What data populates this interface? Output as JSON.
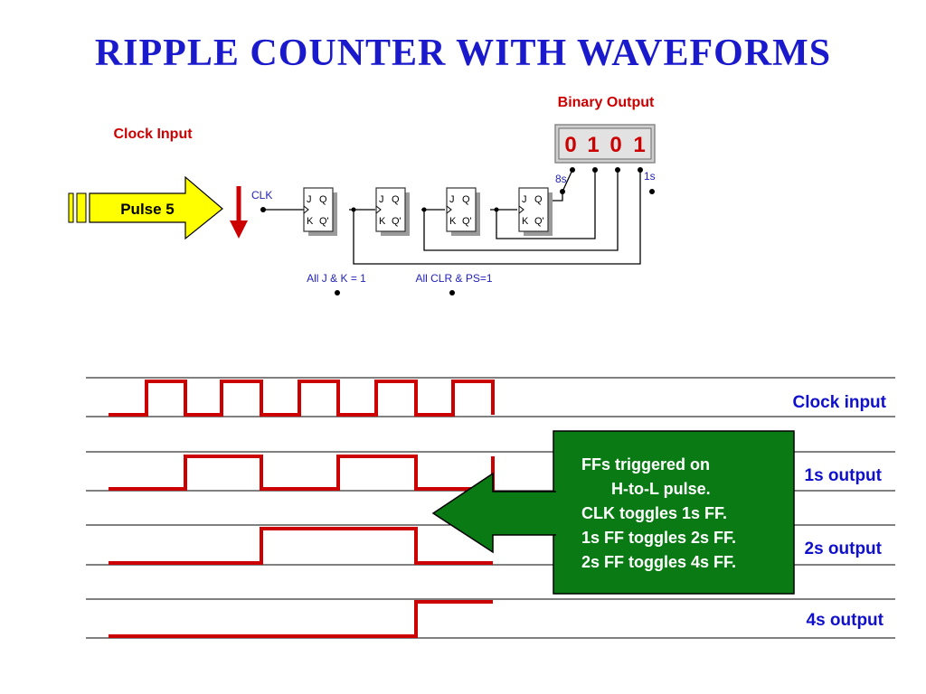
{
  "title": "RIPPLE  COUNTER  WITH  WAVEFORMS",
  "labels": {
    "binary_output": "Binary Output",
    "clock_input": "Clock Input",
    "pulse": "Pulse 5",
    "clk": "CLK",
    "weight_8s": "8s",
    "weight_1s": "1s",
    "all_jk": "All J & K = 1",
    "all_clr_ps": "All CLR & PS=1"
  },
  "flip_flop_pins": {
    "j": "J",
    "q": "Q",
    "k": "K",
    "q_bar": "Q'"
  },
  "binary_digits": [
    "0",
    "1",
    "0",
    "1"
  ],
  "waveforms": [
    {
      "label": "Clock input",
      "transitions_per_cycle": "clock"
    },
    {
      "label": "1s output"
    },
    {
      "label": "2s output"
    },
    {
      "label": "4s output"
    }
  ],
  "note": {
    "lines": [
      "FFs triggered on",
      "H-to-L pulse.",
      "CLK toggles 1s FF.",
      "1s FF toggles 2s FF.",
      "2s FF toggles 4s FF."
    ]
  },
  "colors": {
    "title": "#1a1acc",
    "accent_red": "#cc0000",
    "note_green": "#0a7a14",
    "pulse_yellow": "#ffff00",
    "label_blue": "#1010cc"
  }
}
